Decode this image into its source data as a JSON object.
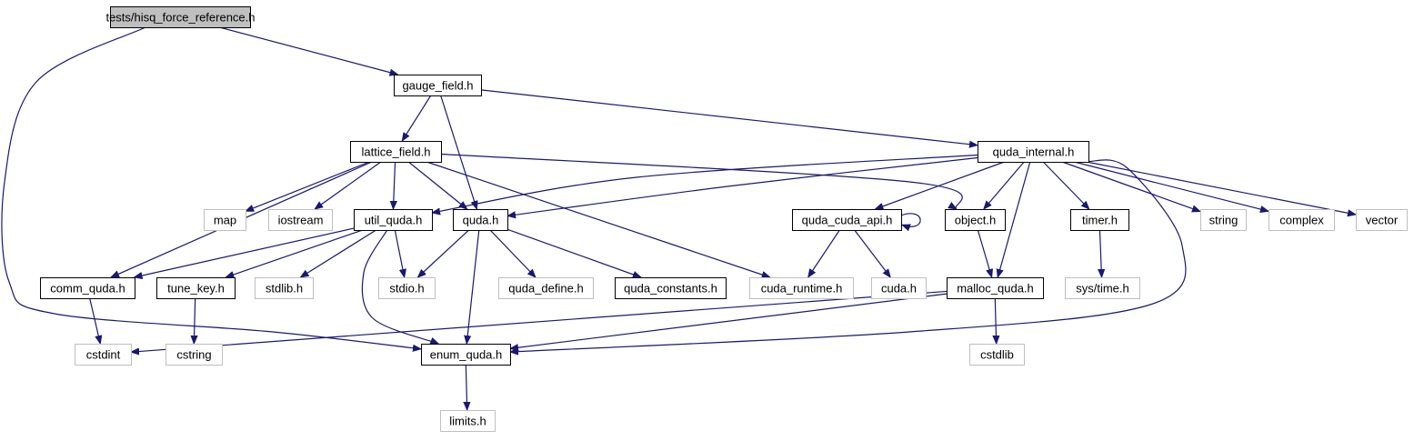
{
  "colors": {
    "edge": "#191970",
    "documented_border": "#000000",
    "system_border": "#bfbfbf",
    "root_fill": "#bfbfbf",
    "node_fill": "#ffffff"
  },
  "nodes": [
    {
      "id": "hisq_force_reference",
      "label": "tests/hisq_force_reference.h",
      "kind": "root"
    },
    {
      "id": "gauge_field",
      "label": "gauge_field.h",
      "kind": "doc"
    },
    {
      "id": "lattice_field",
      "label": "lattice_field.h",
      "kind": "doc"
    },
    {
      "id": "quda_internal",
      "label": "quda_internal.h",
      "kind": "doc"
    },
    {
      "id": "map",
      "label": "map",
      "kind": "sys"
    },
    {
      "id": "iostream",
      "label": "iostream",
      "kind": "sys"
    },
    {
      "id": "util_quda",
      "label": "util_quda.h",
      "kind": "doc"
    },
    {
      "id": "quda",
      "label": "quda.h",
      "kind": "doc"
    },
    {
      "id": "quda_cuda_api",
      "label": "quda_cuda_api.h",
      "kind": "doc"
    },
    {
      "id": "object",
      "label": "object.h",
      "kind": "doc"
    },
    {
      "id": "timer",
      "label": "timer.h",
      "kind": "doc"
    },
    {
      "id": "string",
      "label": "string",
      "kind": "sys"
    },
    {
      "id": "complex",
      "label": "complex",
      "kind": "sys"
    },
    {
      "id": "vector",
      "label": "vector",
      "kind": "sys"
    },
    {
      "id": "comm_quda",
      "label": "comm_quda.h",
      "kind": "doc"
    },
    {
      "id": "tune_key",
      "label": "tune_key.h",
      "kind": "doc"
    },
    {
      "id": "stdlib",
      "label": "stdlib.h",
      "kind": "sys"
    },
    {
      "id": "stdio",
      "label": "stdio.h",
      "kind": "sys"
    },
    {
      "id": "quda_define",
      "label": "quda_define.h",
      "kind": "sys"
    },
    {
      "id": "quda_constants",
      "label": "quda_constants.h",
      "kind": "doc"
    },
    {
      "id": "cuda_runtime",
      "label": "cuda_runtime.h",
      "kind": "sys"
    },
    {
      "id": "cuda",
      "label": "cuda.h",
      "kind": "sys"
    },
    {
      "id": "malloc_quda",
      "label": "malloc_quda.h",
      "kind": "doc"
    },
    {
      "id": "sys_time",
      "label": "sys/time.h",
      "kind": "sys"
    },
    {
      "id": "cstdint",
      "label": "cstdint",
      "kind": "sys"
    },
    {
      "id": "cstring",
      "label": "cstring",
      "kind": "sys"
    },
    {
      "id": "enum_quda",
      "label": "enum_quda.h",
      "kind": "doc"
    },
    {
      "id": "cstdlib",
      "label": "cstdlib",
      "kind": "sys"
    },
    {
      "id": "limits",
      "label": "limits.h",
      "kind": "sys"
    }
  ],
  "edges": [
    [
      "hisq_force_reference",
      "gauge_field"
    ],
    [
      "hisq_force_reference",
      "enum_quda"
    ],
    [
      "gauge_field",
      "lattice_field"
    ],
    [
      "gauge_field",
      "quda"
    ],
    [
      "gauge_field",
      "quda_internal"
    ],
    [
      "lattice_field",
      "map"
    ],
    [
      "lattice_field",
      "iostream"
    ],
    [
      "lattice_field",
      "util_quda"
    ],
    [
      "lattice_field",
      "quda"
    ],
    [
      "lattice_field",
      "comm_quda"
    ],
    [
      "lattice_field",
      "cuda_runtime"
    ],
    [
      "lattice_field",
      "object"
    ],
    [
      "quda_internal",
      "util_quda"
    ],
    [
      "quda_internal",
      "quda"
    ],
    [
      "quda_internal",
      "quda_cuda_api"
    ],
    [
      "quda_internal",
      "object"
    ],
    [
      "quda_internal",
      "malloc_quda"
    ],
    [
      "quda_internal",
      "timer"
    ],
    [
      "quda_internal",
      "string"
    ],
    [
      "quda_internal",
      "complex"
    ],
    [
      "quda_internal",
      "vector"
    ],
    [
      "quda_internal",
      "enum_quda"
    ],
    [
      "util_quda",
      "comm_quda"
    ],
    [
      "util_quda",
      "tune_key"
    ],
    [
      "util_quda",
      "stdlib"
    ],
    [
      "util_quda",
      "stdio"
    ],
    [
      "util_quda",
      "enum_quda"
    ],
    [
      "quda",
      "stdio"
    ],
    [
      "quda",
      "quda_define"
    ],
    [
      "quda",
      "quda_constants"
    ],
    [
      "quda",
      "enum_quda"
    ],
    [
      "quda_cuda_api",
      "quda_cuda_api"
    ],
    [
      "quda_cuda_api",
      "cuda_runtime"
    ],
    [
      "quda_cuda_api",
      "cuda"
    ],
    [
      "object",
      "malloc_quda"
    ],
    [
      "timer",
      "sys_time"
    ],
    [
      "comm_quda",
      "cstdint"
    ],
    [
      "tune_key",
      "cstring"
    ],
    [
      "malloc_quda",
      "cstdint"
    ],
    [
      "malloc_quda",
      "enum_quda"
    ],
    [
      "malloc_quda",
      "cstdlib"
    ],
    [
      "enum_quda",
      "limits"
    ]
  ]
}
